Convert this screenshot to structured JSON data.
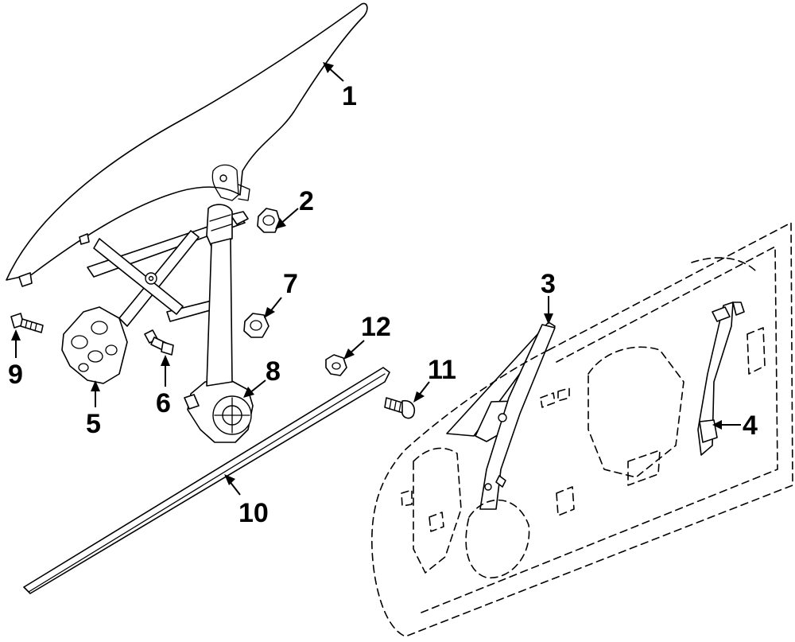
{
  "diagram": {
    "colors": {
      "line": "#000000",
      "background": "#ffffff"
    },
    "callouts": {
      "c1": "1",
      "c2": "2",
      "c3": "3",
      "c4": "4",
      "c5": "5",
      "c6": "6",
      "c7": "7",
      "c8": "8",
      "c9": "9",
      "c10": "10",
      "c11": "11",
      "c12": "12"
    }
  }
}
